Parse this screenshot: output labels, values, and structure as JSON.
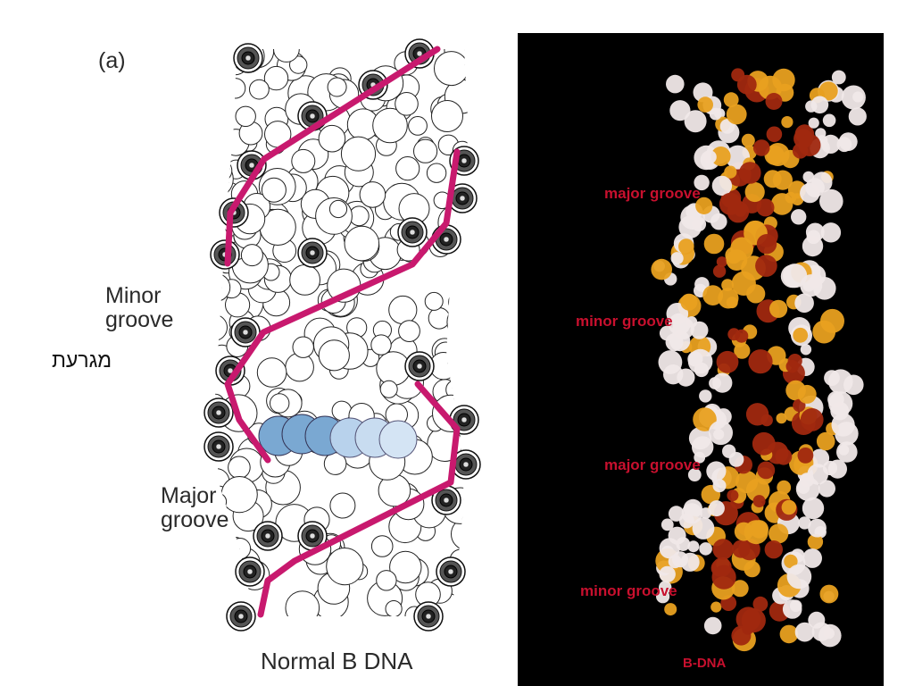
{
  "left_panel": {
    "panel_label": "(a)",
    "minor_groove_label": [
      "Minor",
      "groove"
    ],
    "hebrew_label": "מגרעת",
    "major_groove_label": [
      "Major",
      "groove"
    ],
    "caption": "Normal B DNA"
  },
  "right_panel": {
    "groove_labels": [
      "major groove",
      "minor groove",
      "major groove",
      "minor groove"
    ],
    "caption": "B-DNA"
  },
  "colors": {
    "backbone_magenta": "#c8196e",
    "label_red": "#c8102e",
    "base_pair_blue": "#8fb8dd",
    "strand_orange": "#e8a020",
    "strand_darkred": "#a0280f",
    "atom_white": "#f0e8e8"
  }
}
